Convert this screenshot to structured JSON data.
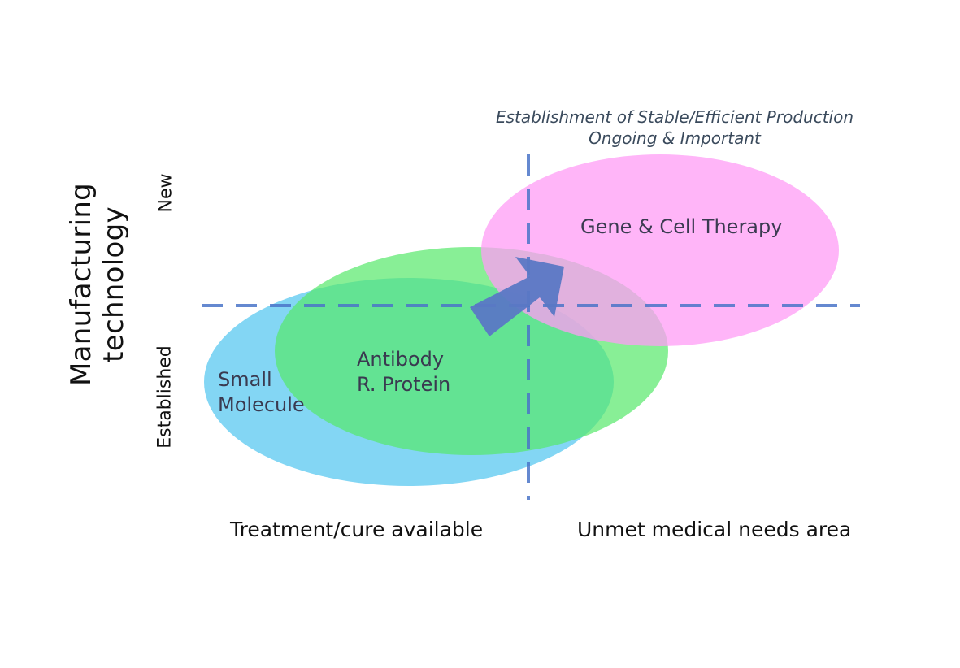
{
  "y_axis": {
    "title_lines": [
      "Manufacturing",
      "technology"
    ],
    "tick_top": "New",
    "tick_bottom": "Established"
  },
  "x_axis": {
    "tick_left": "Treatment/cure available",
    "tick_right": "Unmet medical needs area"
  },
  "annotation": {
    "line1": "Establishment of Stable/Efficient Production",
    "line2": "Ongoing & Important"
  },
  "bubbles": [
    {
      "id": "small-molecule",
      "lines": [
        "Small",
        "Molecule"
      ],
      "color": "#6dcff2"
    },
    {
      "id": "biologics",
      "lines": [
        "Antibody",
        "R. Protein"
      ],
      "color": "#55e86a"
    },
    {
      "id": "gene-cell",
      "lines": [
        "Gene & Cell Therapy"
      ],
      "color": "#ff9cf5"
    }
  ],
  "colors": {
    "divider": "#4a74c8",
    "arrow": "#5a78c4",
    "text": "#3a3a50",
    "annotation": "#3a4a5c"
  },
  "icons": {
    "arrow": "up-right-arrow"
  }
}
